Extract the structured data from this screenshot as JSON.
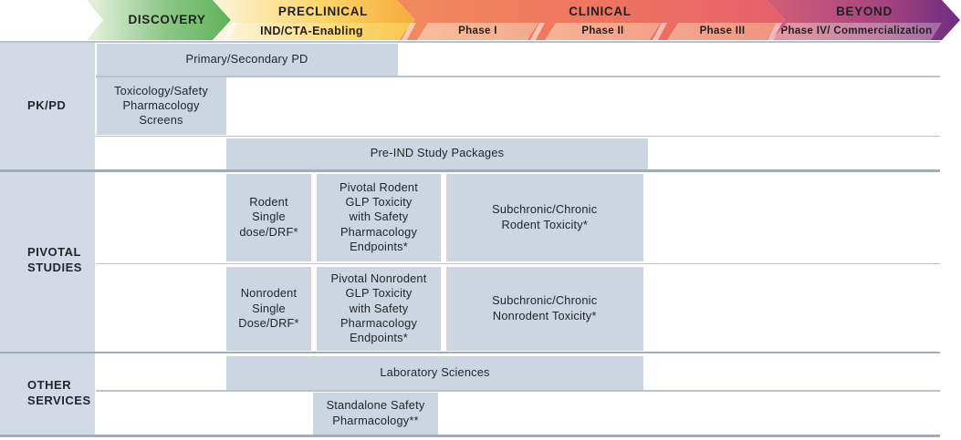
{
  "header": {
    "stages": {
      "discovery": "DISCOVERY",
      "preclinical": "PRECLINICAL",
      "clinical": "CLINICAL",
      "beyond": "BEYOND"
    },
    "subphases": {
      "ind": "IND/CTA-Enabling",
      "phase1": "Phase I",
      "phase2": "Phase II",
      "phase3": "Phase III",
      "phase4": "Phase IV/ Commercialization"
    }
  },
  "rows": {
    "pkpd": {
      "label": "PK/PD",
      "bars": {
        "primary_pd": "Primary/Secondary PD",
        "tox_screens": "Toxicology/Safety\nPharmacology\nScreens",
        "preind": "Pre-IND Study Packages"
      }
    },
    "pivotal": {
      "label": "PIVOTAL\nSTUDIES",
      "bars": {
        "rodent_single": "Rodent\nSingle\ndose/DRF*",
        "pivotal_rodent_glp": "Pivotal Rodent\nGLP Toxicity\nwith Safety\nPharmacology\nEndpoints*",
        "subchronic_rodent": "Subchronic/Chronic\nRodent Toxicity*",
        "nonrodent_single": "Nonrodent\nSingle\nDose/DRF*",
        "pivotal_nonrodent_glp": "Pivotal Nonrodent\nGLP Toxicity\nwith Safety\nPharmacology\nEndpoints*",
        "subchronic_nonrodent": "Subchronic/Chronic\nNonrodent Toxicity*"
      }
    },
    "other": {
      "label": "OTHER\nSERVICES",
      "bars": {
        "lab_sciences": "Laboratory Sciences",
        "standalone_safety": "Standalone Safety\nPharmacology**"
      }
    }
  },
  "colors": {
    "discovery_gradient": [
      "#e8f3df",
      "#5fb25a"
    ],
    "preclinical_gradient": [
      "#fdf5da",
      "#f6ab3e"
    ],
    "clinical_gradient": [
      "#f28a5e",
      "#e4606c"
    ],
    "beyond_gradient": [
      "#d25f77",
      "#6e2c80"
    ],
    "ind_band": [
      "#fdf7e6",
      "#f9c74e"
    ],
    "phase1_band": [
      "#f7bd9d",
      "#f5a98c"
    ],
    "phase2_band": [
      "#f6b295",
      "#f3a088"
    ],
    "phase3_band": [
      "#f4a68e",
      "#f09480"
    ],
    "phase4_band": [
      "#e59aa3",
      "#9e6aa5"
    ],
    "bar_background": "#ccd5e2",
    "left_column_background": "#d3dae6",
    "row_line": "#bac2cc",
    "section_line": "#a2acb7",
    "text": "#232629"
  }
}
